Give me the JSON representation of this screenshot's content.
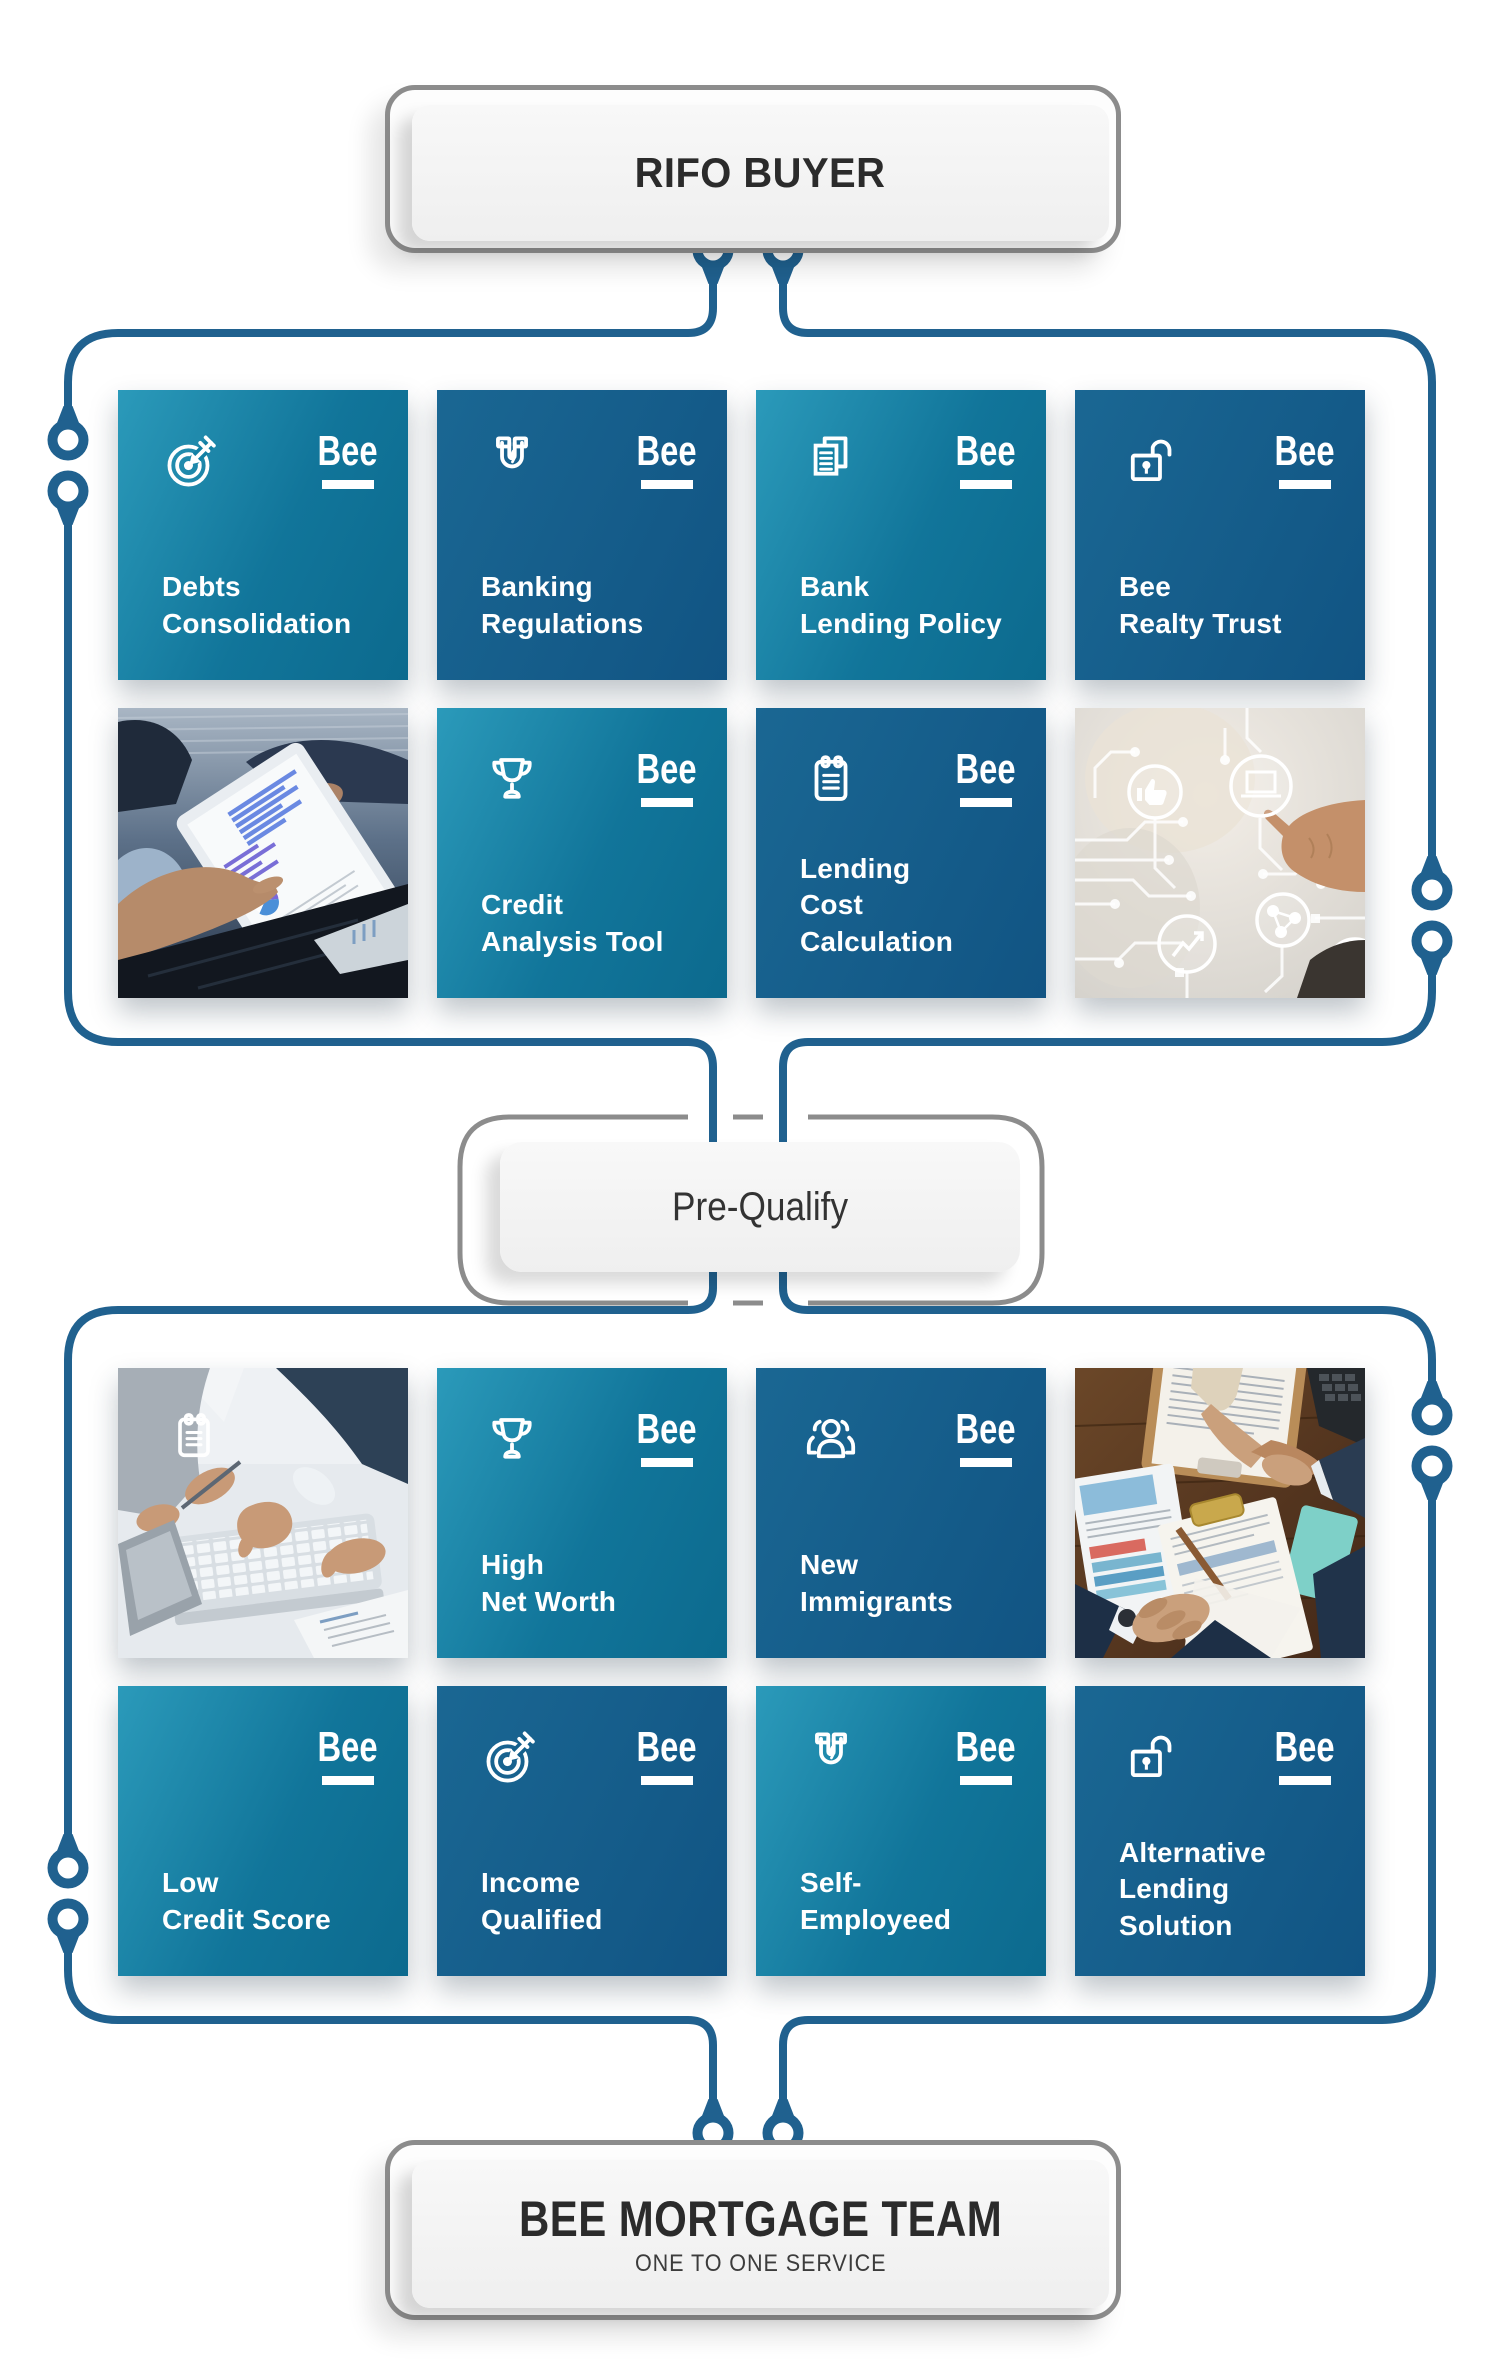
{
  "brand": {
    "logo": "Bee"
  },
  "colors": {
    "wire_blue": "#20618F",
    "teal_tile": "#1584A8",
    "dark_tile": "#135E8B",
    "frame_gray": "#8C8C8C",
    "panel_fill": "#F4F4F4"
  },
  "flow": {
    "start": {
      "title": "RIFO BUYER"
    },
    "middle": {
      "title": "Pre-Qualify"
    },
    "end": {
      "title": "BEE MORTGAGE TEAM",
      "subtitle": "ONE TO ONE SERVICE"
    }
  },
  "group1": {
    "tiles": [
      {
        "type": "text",
        "variant": "teal",
        "icon": "target-icon",
        "label": "Debts\nConsolidation"
      },
      {
        "type": "text",
        "variant": "dark",
        "icon": "magnet-icon",
        "label": "Banking\nRegulations"
      },
      {
        "type": "text",
        "variant": "teal",
        "icon": "documents-icon",
        "label": "Bank\nLending Policy"
      },
      {
        "type": "text",
        "variant": "dark",
        "icon": "unlock-icon",
        "label": "Bee\nRealty Trust"
      },
      {
        "type": "photo",
        "name": "tablet-analysis-photo"
      },
      {
        "type": "text",
        "variant": "teal",
        "icon": "trophy-icon",
        "label": "Credit\nAnalysis Tool"
      },
      {
        "type": "text",
        "variant": "dark",
        "icon": "clipboard-icon",
        "label": "Lending\nCost\nCalculation"
      },
      {
        "type": "photo",
        "name": "fintech-touch-photo"
      }
    ]
  },
  "group2": {
    "tiles": [
      {
        "type": "photo",
        "name": "laptop-consult-photo",
        "icon": "clipboard-icon"
      },
      {
        "type": "text",
        "variant": "teal",
        "icon": "trophy-icon",
        "label": "High\nNet Worth"
      },
      {
        "type": "text",
        "variant": "dark",
        "icon": "people-icon",
        "label": "New\nImmigrants"
      },
      {
        "type": "photo",
        "name": "desk-handshake-photo"
      },
      {
        "type": "text",
        "variant": "teal",
        "icon": null,
        "label": "Low\nCredit Score"
      },
      {
        "type": "text",
        "variant": "dark",
        "icon": "target-icon",
        "label": "Income\nQualified"
      },
      {
        "type": "text",
        "variant": "teal",
        "icon": "magnet-icon",
        "label": "Self-\nEmployeed"
      },
      {
        "type": "text",
        "variant": "dark",
        "icon": "unlock-icon",
        "label": "Alternative\nLending\nSolution"
      }
    ]
  }
}
